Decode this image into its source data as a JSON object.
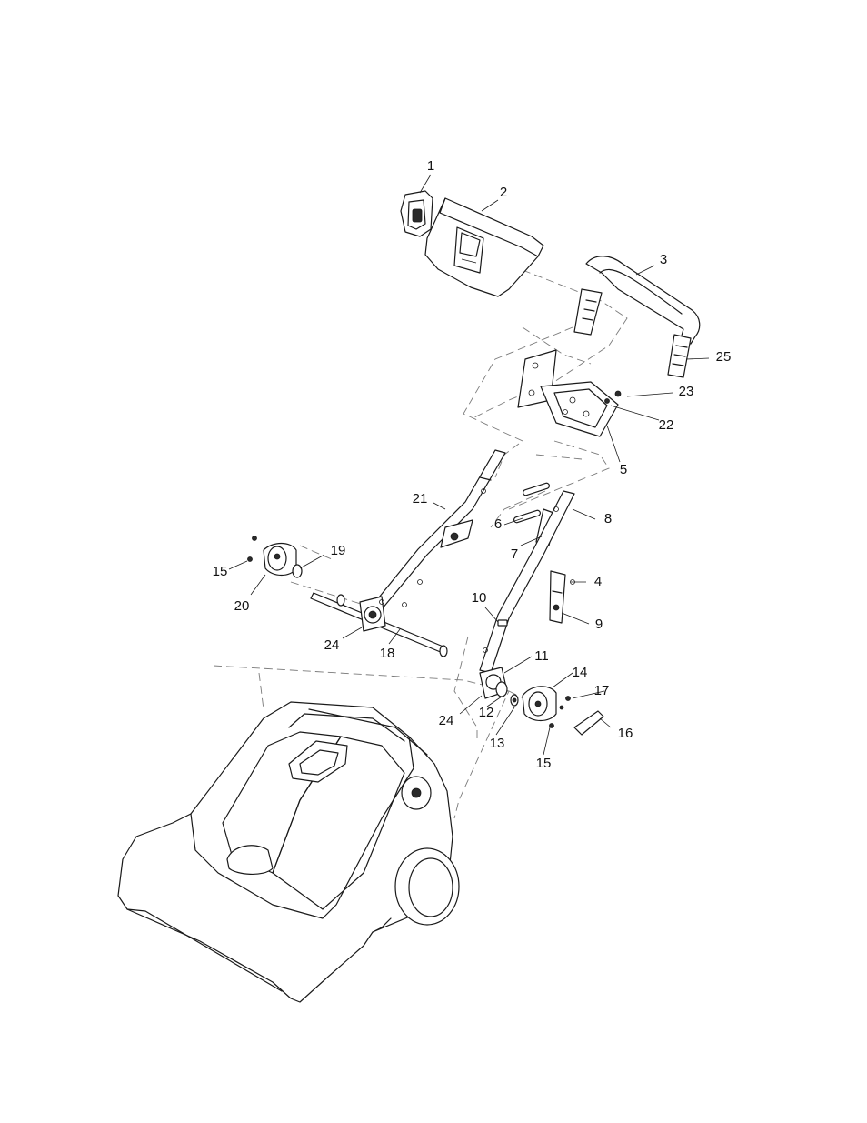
{
  "diagram": {
    "callouts": [
      {
        "id": "c1",
        "label": "1"
      },
      {
        "id": "c2",
        "label": "2"
      },
      {
        "id": "c3",
        "label": "3"
      },
      {
        "id": "c25",
        "label": "25"
      },
      {
        "id": "c23",
        "label": "23"
      },
      {
        "id": "c22",
        "label": "22"
      },
      {
        "id": "c5",
        "label": "5"
      },
      {
        "id": "c21",
        "label": "21"
      },
      {
        "id": "c8",
        "label": "8"
      },
      {
        "id": "c6",
        "label": "6"
      },
      {
        "id": "c7",
        "label": "7"
      },
      {
        "id": "c19",
        "label": "19"
      },
      {
        "id": "c15a",
        "label": "15"
      },
      {
        "id": "c20",
        "label": "20"
      },
      {
        "id": "c4",
        "label": "4"
      },
      {
        "id": "c10",
        "label": "10"
      },
      {
        "id": "c9",
        "label": "9"
      },
      {
        "id": "c24a",
        "label": "24"
      },
      {
        "id": "c18",
        "label": "18"
      },
      {
        "id": "c11",
        "label": "11"
      },
      {
        "id": "c14",
        "label": "14"
      },
      {
        "id": "c17",
        "label": "17"
      },
      {
        "id": "c24b",
        "label": "24"
      },
      {
        "id": "c12",
        "label": "12"
      },
      {
        "id": "c16",
        "label": "16"
      },
      {
        "id": "c13",
        "label": "13"
      },
      {
        "id": "c15b",
        "label": "15"
      }
    ]
  }
}
